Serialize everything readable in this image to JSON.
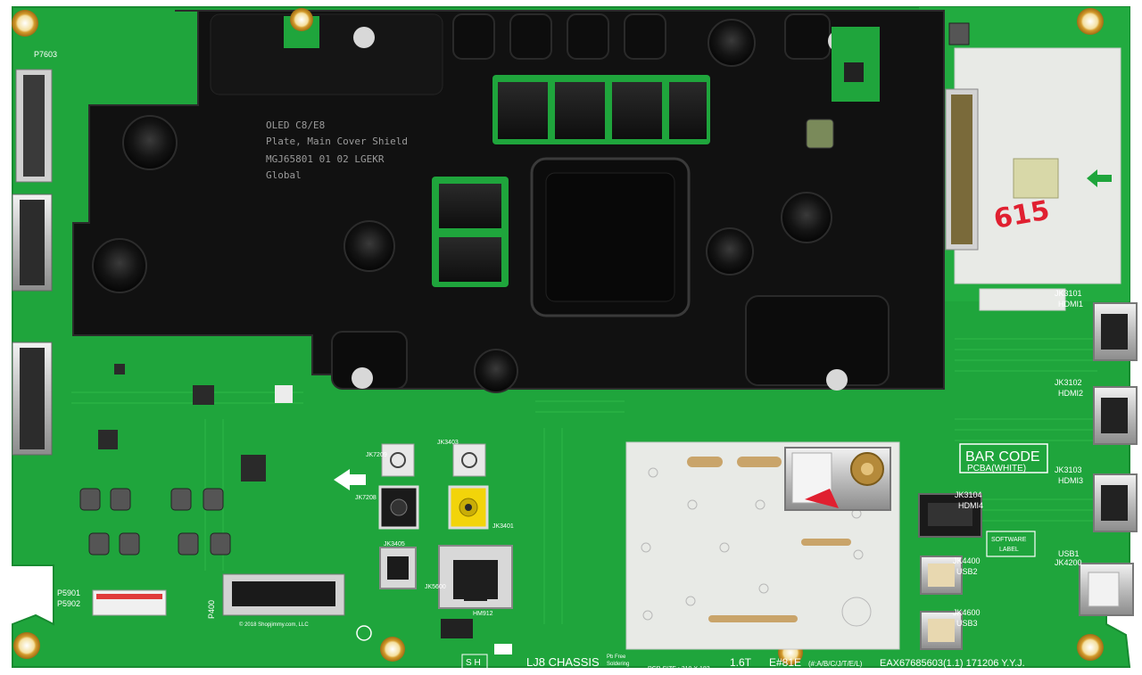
{
  "board": {
    "pcb_color": "#1fa53c",
    "shield_color": "#111111",
    "sticker_color": "#e8eae6",
    "red_mark_color": "#e02030"
  },
  "shield_text": {
    "line1": "OLED C8/E8",
    "line2": "Plate, Main Cover Shield",
    "line3": "MGJ65801 01 02  LGEKR",
    "line4": "Global"
  },
  "connectors": {
    "p7603": "P7603",
    "p5901": "P5901",
    "p5902": "P5902",
    "p400": "P400"
  },
  "hdmi": {
    "hdmi1_ref": "JK3101",
    "hdmi1_label": "HDMI1",
    "hdmi2_ref": "JK3102",
    "hdmi2_label": "HDMI2",
    "hdmi3_ref": "JK3103",
    "hdmi3_label": "HDMI3",
    "hdmi4_ref": "JK3104",
    "hdmi4_label": "HDMI4"
  },
  "usb": {
    "usb2_ref": "JK4400",
    "usb2_label": "USB2",
    "usb3_ref": "JK4600",
    "usb3_label": "USB3",
    "usb1_ref": "USB1",
    "usb1_ref2": "JK4200"
  },
  "labels": {
    "bar_code": "BAR CODE",
    "pcba_white": "PCBA(WHITE)",
    "software": "SOFTWARE",
    "label": "LABEL",
    "sh": "S H",
    "chassis": "LJ8 CHASSIS",
    "thickness": "1.6T",
    "model": "E#81E",
    "variants": "(#:A/B/C/J/T/E/L)",
    "part_number": "EAX67685603(1.1)  171206  Y.Y.J.",
    "pcb_size": "PCB SIZE : 310 X 183",
    "pb_free": "Pb Free",
    "soldering": "Soldering",
    "handwritten_mark": "615",
    "copyright": "© 2018 Shopjimmy.com, LLC"
  },
  "jacks": {
    "jk7209": "JK7209",
    "jk7208": "JK7208",
    "jk3403": "JK3403",
    "jk3401": "JK3401",
    "jk3405": "JK3405",
    "jk5600": "JK5600",
    "hm912": "HM912"
  }
}
